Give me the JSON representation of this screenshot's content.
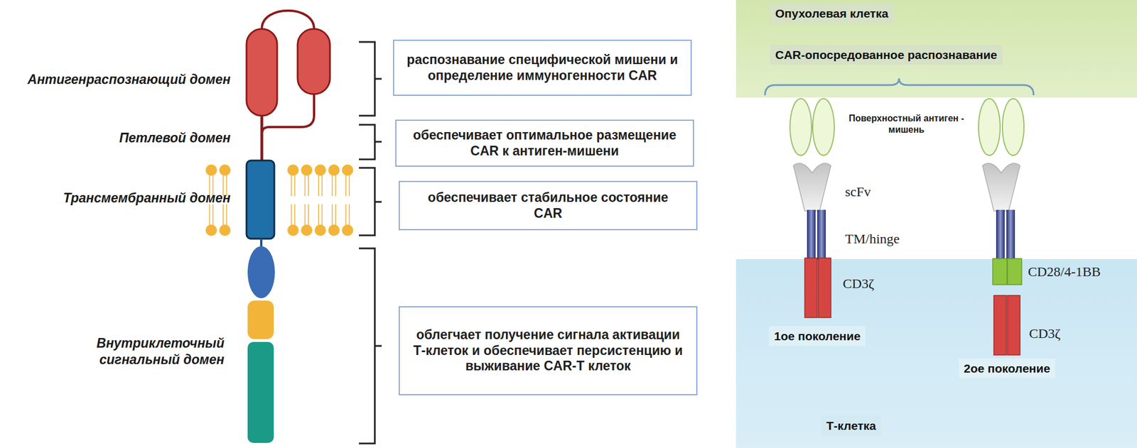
{
  "diagram": {
    "nodes": [
      {
        "text": [
          "распознавание специфической мишени и определение иммуногенности CAR"
        ]
      },
      {
        "text": [
          "обеспечивает оптимальное размещение CAR к антиген-мишени"
        ]
      },
      {
        "text": [
          "обеспечивает стабильное состояние CAR"
        ]
      },
      {
        "text": [
          "облегчает получение сигнала активации Т-клеток и обеспечивает персистенцию и выживание CAR-T клеток"
        ]
      },
      {
        "text": [
          "Опухолевая клетка",
          "CAR-опосредованное распознавание"
        ]
      },
      {
        "text": [
          "Т-клетка"
        ]
      },
      {
        "text": [
          "1ое поколение"
        ],
        "in": 5
      },
      {
        "text": [
          "2ое поколение"
        ],
        "in": 5
      }
    ],
    "labels": [
      "Антигенраспознающий домен",
      "Петлевой домен",
      "Трансмембранный домен",
      "Внутриклеточный сигнальный домен",
      "Поверхностный антиген - мишень",
      "scFv",
      "TM/hinge",
      "CD3ζ",
      "CD28/4-1BB",
      "CD3ζ"
    ]
  }
}
